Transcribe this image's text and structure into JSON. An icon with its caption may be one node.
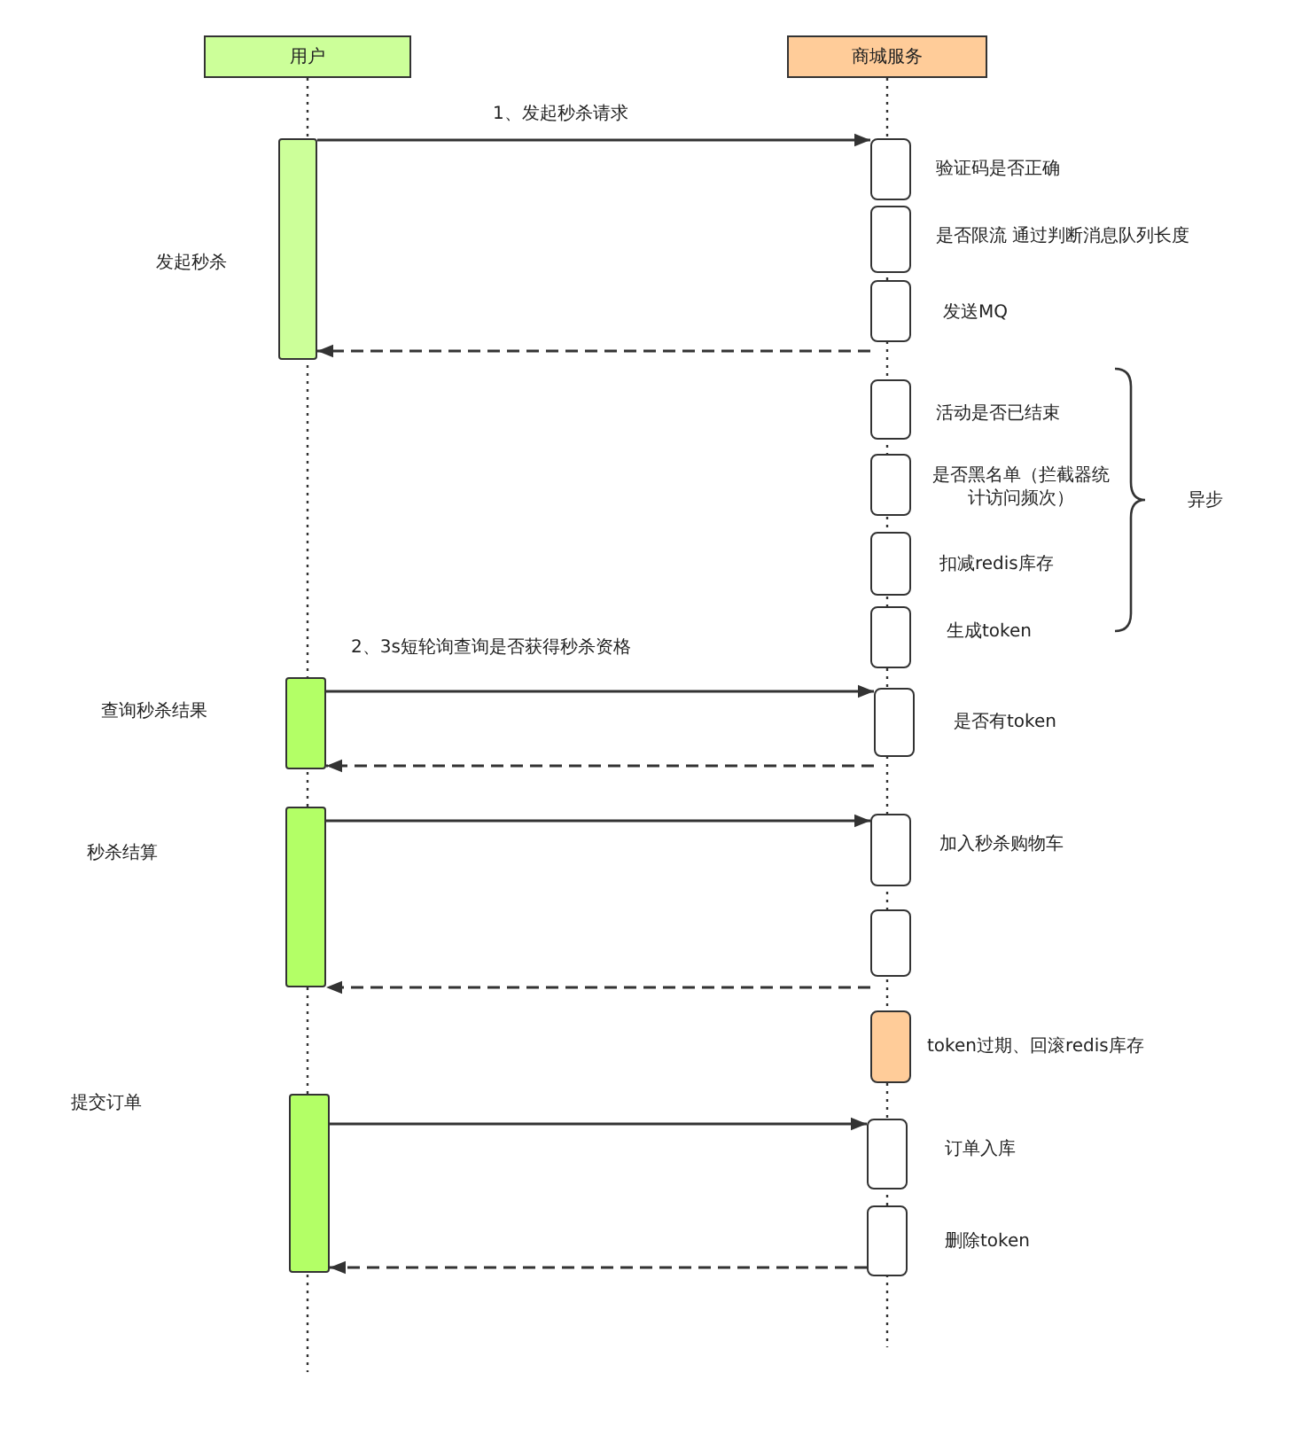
{
  "diagram": {
    "nodes": [
      {
        "text": [
          "用户"
        ]
      },
      {
        "text": [
          "商城服务"
        ]
      },
      {
        "text": [],
        "shape": "bar"
      },
      {
        "text": [],
        "shape": "bar"
      },
      {
        "text": [],
        "shape": "bar"
      },
      {
        "text": [],
        "shape": "bar"
      },
      {
        "text": [],
        "shape": "box",
        "beside": [
          "验证码是否正确"
        ]
      },
      {
        "text": [],
        "shape": "box",
        "beside": [
          "是否限流 通过判断消息队列长度"
        ]
      },
      {
        "text": [],
        "shape": "box",
        "beside": [
          "发送MQ"
        ]
      },
      {
        "text": [],
        "shape": "box",
        "beside": [
          "活动是否已结束"
        ]
      },
      {
        "text": [],
        "shape": "box",
        "beside": [
          "是否黑名单（拦截器统计访问频次）"
        ]
      },
      {
        "text": [],
        "shape": "box",
        "beside": [
          "扣减redis库存"
        ]
      },
      {
        "text": [],
        "shape": "box",
        "beside": [
          "生成token"
        ]
      },
      {
        "text": [],
        "shape": "box",
        "beside": [
          "是否有token"
        ]
      },
      {
        "text": [],
        "shape": "box",
        "beside": [
          "加入秒杀购物车"
        ]
      },
      {
        "text": [],
        "shape": "box"
      },
      {
        "text": [],
        "shape": "box",
        "beside": [
          "token过期、回滚redis库存"
        ]
      },
      {
        "text": [],
        "shape": "box",
        "beside": [
          "订单入库"
        ]
      },
      {
        "text": [],
        "shape": "box",
        "beside": [
          "删除token"
        ]
      }
    ],
    "edges": [
      {
        "from": 2,
        "to": 6,
        "arrow": "to",
        "label": "1、发起秒杀请求"
      },
      {
        "from": 8,
        "to": 2,
        "arrow": "to",
        "style": "dashed"
      },
      {
        "from": 3,
        "to": 13,
        "arrow": "to",
        "label": "2、3s短轮询查询是否获得秒杀资格"
      },
      {
        "from": 13,
        "to": 3,
        "arrow": "to",
        "style": "dashed"
      },
      {
        "from": 4,
        "to": 14,
        "arrow": "to"
      },
      {
        "from": 15,
        "to": 4,
        "arrow": "to",
        "style": "dashed"
      },
      {
        "from": 5,
        "to": 17,
        "arrow": "to"
      },
      {
        "from": 18,
        "to": 5,
        "arrow": "to",
        "style": "dashed"
      }
    ],
    "labels": [
      "发起秒杀",
      "异步",
      "查询秒杀结果",
      "秒杀结算",
      "提交订单"
    ]
  }
}
